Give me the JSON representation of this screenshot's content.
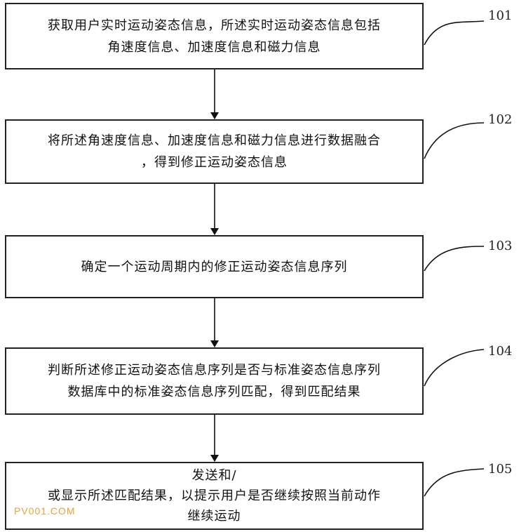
{
  "steps": [
    {
      "number": "101",
      "text": "获取用户实时运动姿态信息，所述实时运动姿态信息包括\n角速度信息、加速度信息和磁力信息"
    },
    {
      "number": "102",
      "text": "将所述角速度信息、加速度信息和磁力信息进行数据融合\n，得到修正运动姿态信息"
    },
    {
      "number": "103",
      "text": "确定一个运动周期内的修正运动姿态信息序列"
    },
    {
      "number": "104",
      "text": "判断所述修正运动姿态信息序列是否与标准姿态信息序列\n数据库中的标准姿态信息序列匹配，得到匹配结果"
    },
    {
      "number": "105",
      "text": "发送和/\n或显示所述匹配结果，以提示用户是否继续按照当前动作\n继续运动"
    }
  ],
  "watermark": "PV001.COM"
}
